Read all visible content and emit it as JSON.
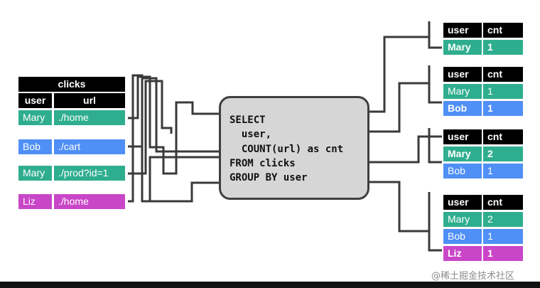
{
  "source_table": {
    "title": "clicks",
    "headers": [
      "user",
      "url"
    ],
    "rows": [
      {
        "user": "Mary",
        "url": "./home",
        "color": "#2fae8f"
      },
      {
        "user": "Bob",
        "url": "./cart",
        "color": "#4f8ff6"
      },
      {
        "user": "Mary",
        "url": "./prod?id=1",
        "color": "#2fae8f"
      },
      {
        "user": "Liz",
        "url": "./home",
        "color": "#c946c8"
      }
    ]
  },
  "query": {
    "lines": [
      "SELECT",
      "  user,",
      "  COUNT(url) as cnt",
      "FROM clicks",
      "GROUP BY user"
    ]
  },
  "result_tables": [
    {
      "headers": [
        "user",
        "cnt"
      ],
      "rows": [
        {
          "user": "Mary",
          "cnt": "1",
          "color": "#2fae8f",
          "bold": true
        }
      ]
    },
    {
      "headers": [
        "user",
        "cnt"
      ],
      "rows": [
        {
          "user": "Mary",
          "cnt": "1",
          "color": "#2fae8f",
          "bold": false
        },
        {
          "user": "Bob",
          "cnt": "1",
          "color": "#4f8ff6",
          "bold": true
        }
      ]
    },
    {
      "headers": [
        "user",
        "cnt"
      ],
      "rows": [
        {
          "user": "Mary",
          "cnt": "2",
          "color": "#2fae8f",
          "bold": true
        },
        {
          "user": "Bob",
          "cnt": "1",
          "color": "#4f8ff6",
          "bold": false
        }
      ]
    },
    {
      "headers": [
        "user",
        "cnt"
      ],
      "rows": [
        {
          "user": "Mary",
          "cnt": "2",
          "color": "#2fae8f",
          "bold": false
        },
        {
          "user": "Bob",
          "cnt": "1",
          "color": "#4f8ff6",
          "bold": false
        },
        {
          "user": "Liz",
          "cnt": "1",
          "color": "#c946c8",
          "bold": true
        }
      ]
    }
  ],
  "watermark": "@稀土掘金技术社区"
}
